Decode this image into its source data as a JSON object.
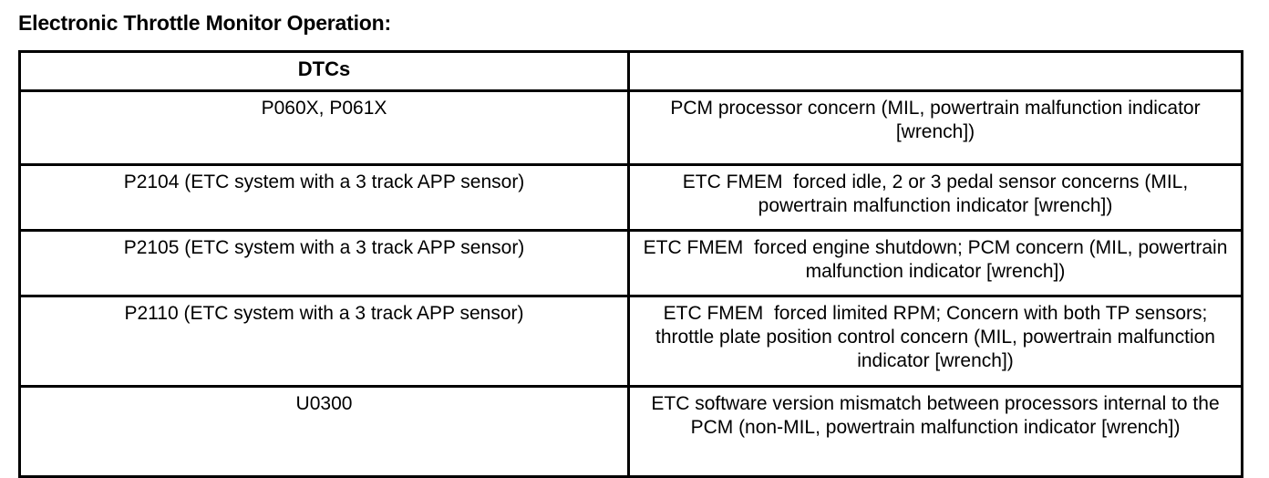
{
  "document": {
    "title": "Electronic Throttle Monitor Operation:"
  },
  "table": {
    "headers": {
      "dtcs": "DTCs",
      "description": ""
    },
    "rows": [
      {
        "dtc": "P060X, P061X",
        "description": "PCM processor concern (MIL, powertrain malfunction indicator [wrench])"
      },
      {
        "dtc": "P2104 (ETC system with a 3 track APP sensor)",
        "description": "ETC FMEM  forced idle, 2 or 3 pedal sensor concerns (MIL, powertrain malfunction indicator [wrench])"
      },
      {
        "dtc": "P2105 (ETC system with a 3 track APP sensor)",
        "description": "ETC FMEM  forced engine shutdown; PCM concern (MIL, powertrain malfunction indicator [wrench])"
      },
      {
        "dtc": "P2110 (ETC system with a 3 track APP sensor)",
        "description": "ETC FMEM  forced limited RPM; Concern with both TP sensors; throttle plate position control concern (MIL, powertrain malfunction indicator [wrench])"
      },
      {
        "dtc": "U0300",
        "description": "ETC software version mismatch between processors internal to the PCM (non-MIL, powertrain malfunction indicator [wrench])"
      }
    ]
  },
  "colors": {
    "text": "#000000",
    "background": "#ffffff",
    "border": "#000000"
  }
}
